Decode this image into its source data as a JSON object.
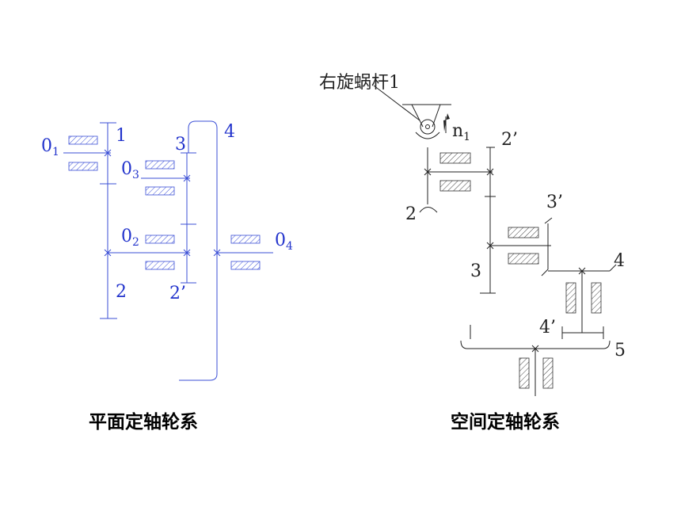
{
  "left_title": "平面定轴轮系",
  "right_title": "空间定轴轮系",
  "left_labels": {
    "o1": "0",
    "o1_sub": "1",
    "o2": "0",
    "o2_sub": "2",
    "o3": "0",
    "o3_sub": "3",
    "o4": "0",
    "o4_sub": "4",
    "g1": "1",
    "g2": "2",
    "g2p": "2’",
    "g3": "3",
    "g4": "4"
  },
  "right_labels": {
    "worm": "右旋蜗杆1",
    "n": "n",
    "n_sub": "1",
    "g2": "2",
    "g2p": "2’",
    "g3": "3",
    "g3p": "3’",
    "g4": "4",
    "g4p": "4’",
    "g5": "5"
  },
  "colors": {
    "left": "#3b4fd6",
    "right": "#222222"
  }
}
